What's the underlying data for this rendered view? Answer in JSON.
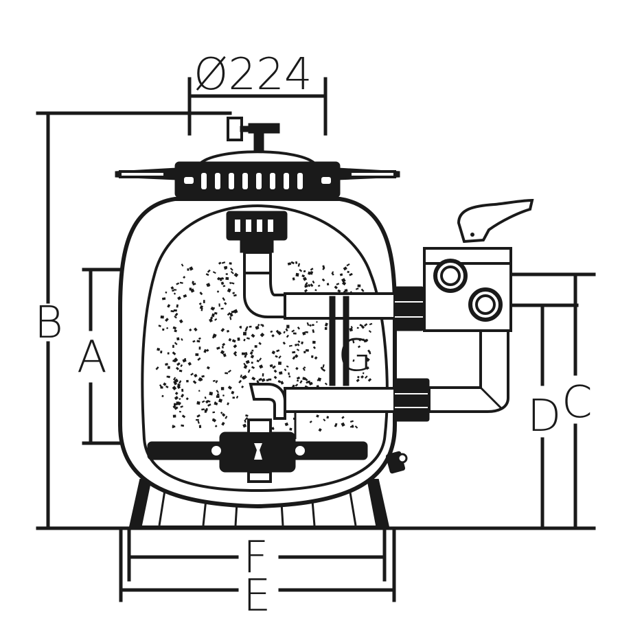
{
  "labels": {
    "diameter": "Ø224",
    "a": "A",
    "b": "B",
    "c": "C",
    "d": "D",
    "e": "E",
    "f": "F",
    "g": "G"
  },
  "colors": {
    "ink": "#1a1a1a",
    "paper": "#ffffff"
  },
  "icons": [
    "pressure-gauge-icon",
    "multiport-valve-icon",
    "drain-plug-icon"
  ]
}
